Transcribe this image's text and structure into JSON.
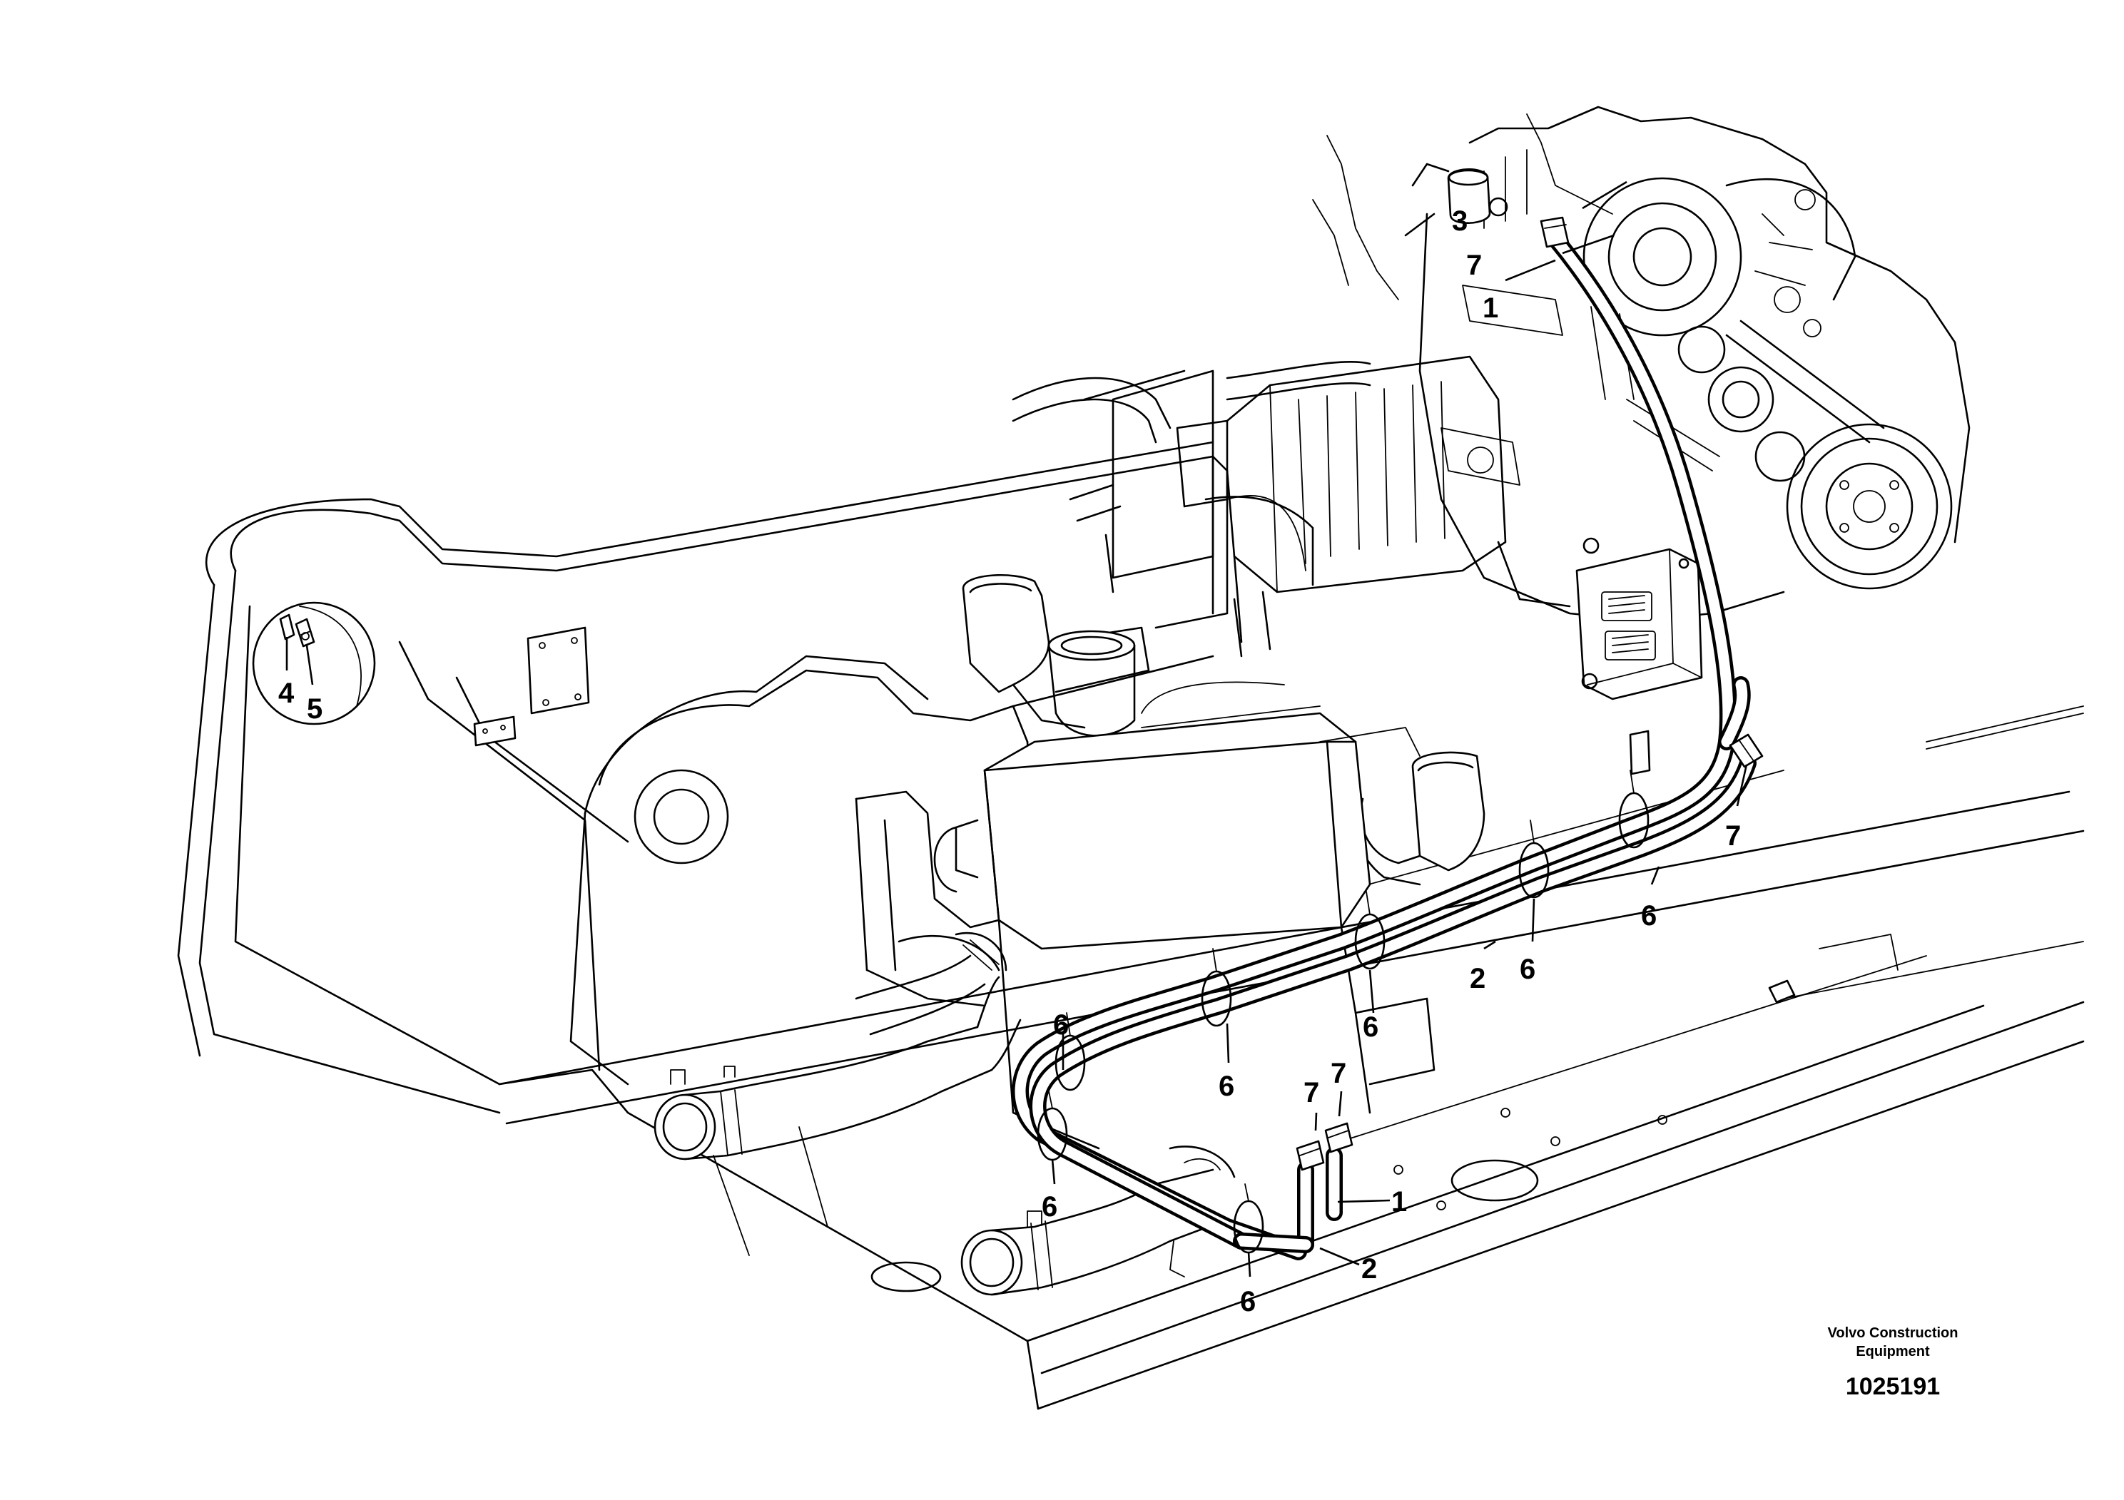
{
  "callouts": {
    "c1a": "1",
    "c1b": "1",
    "c2a": "2",
    "c2b": "2",
    "c3": "3",
    "c4": "4",
    "c5": "5",
    "c6a": "6",
    "c6b": "6",
    "c6c": "6",
    "c6d": "6",
    "c6e": "6",
    "c6f": "6",
    "c6g": "6",
    "c7a": "7",
    "c7b": "7",
    "c7c": "7",
    "c7d": "7"
  },
  "footer": {
    "maker_line1": "Volvo Construction",
    "maker_line2": "Equipment",
    "drawing_number": "1025191"
  }
}
